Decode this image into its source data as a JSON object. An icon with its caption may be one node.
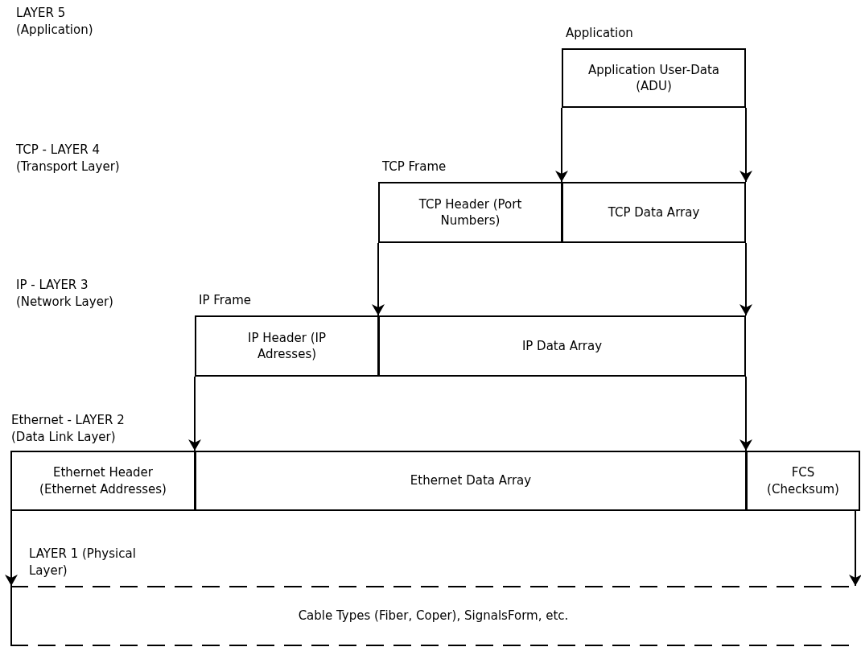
{
  "diagram": {
    "nodes": [
      {
        "text": [
          "Application",
          "Application User-Data (ADU)"
        ]
      },
      {
        "text": [
          "TCP Frame"
        ]
      },
      {
        "text": [
          "TCP Header (Port Numbers)"
        ],
        "in": 1
      },
      {
        "text": [
          "TCP Data Array"
        ],
        "in": 1
      },
      {
        "text": [
          "IP Frame"
        ]
      },
      {
        "text": [
          "IP Header (IP Adresses)"
        ],
        "in": 4
      },
      {
        "text": [
          "IP Data Array"
        ],
        "in": 4
      },
      {
        "text": [
          "Ethernet Header (Ethernet Addresses)"
        ]
      },
      {
        "text": [
          "Ethernet Data Array"
        ]
      },
      {
        "text": [
          "FCS (Checksum)"
        ]
      },
      {
        "text": [
          "Cable Types (Fiber, Coper), SignalsForm, etc."
        ]
      }
    ],
    "edges": [
      {
        "from": 0,
        "to": 3,
        "arrow": "to"
      },
      {
        "from": 0,
        "to": 3,
        "arrow": "to"
      },
      {
        "from": 1,
        "to": 6,
        "arrow": "to"
      },
      {
        "from": 1,
        "to": 6,
        "arrow": "to"
      },
      {
        "from": 4,
        "to": 8,
        "arrow": "to"
      },
      {
        "from": 4,
        "to": 8,
        "arrow": "to"
      },
      {
        "from": 7,
        "to": 10,
        "arrow": "to"
      },
      {
        "from": 9,
        "to": 10,
        "arrow": "to"
      }
    ],
    "labels": [
      "LAYER 5 (Application)",
      "TCP - LAYER 4 (Transport Layer)",
      "IP - LAYER 3 (Network Layer)",
      "Ethernet - LAYER 2 (Data Link Layer)",
      "LAYER 1 (Physical Layer)"
    ]
  }
}
